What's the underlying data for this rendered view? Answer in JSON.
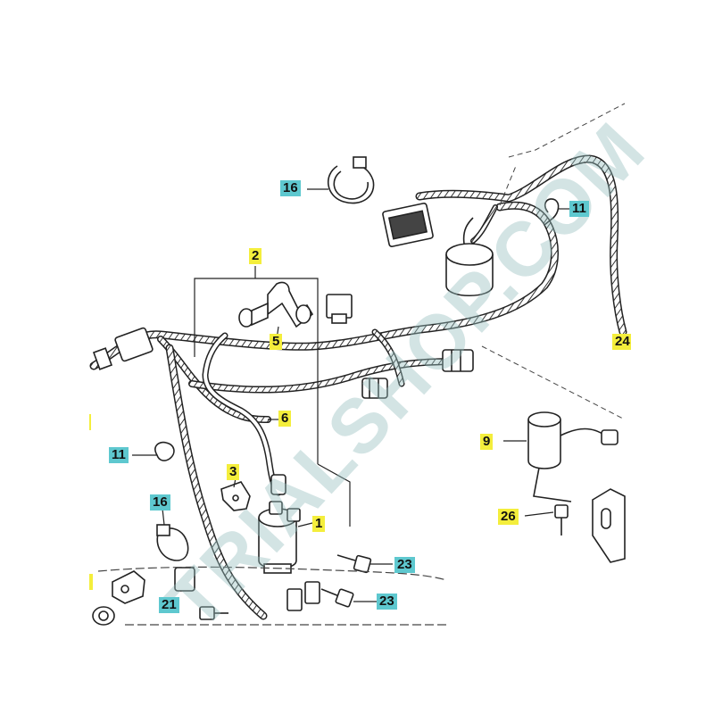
{
  "callouts": {
    "c1": "1",
    "c2": "2",
    "c3": "3",
    "c5": "5",
    "c6": "6",
    "c9": "9",
    "c11a": "11",
    "c11b": "11",
    "c16a": "16",
    "c16b": "16",
    "c21": "21",
    "c23a": "23",
    "c23b": "23",
    "c24": "24",
    "c26": "26"
  },
  "watermark": "TRIALSHOP.COM",
  "colors": {
    "callout_yellow": "#f4ee3c",
    "callout_cyan": "#5ec8cf",
    "line": "#222222",
    "watermark": "#96bebe"
  }
}
